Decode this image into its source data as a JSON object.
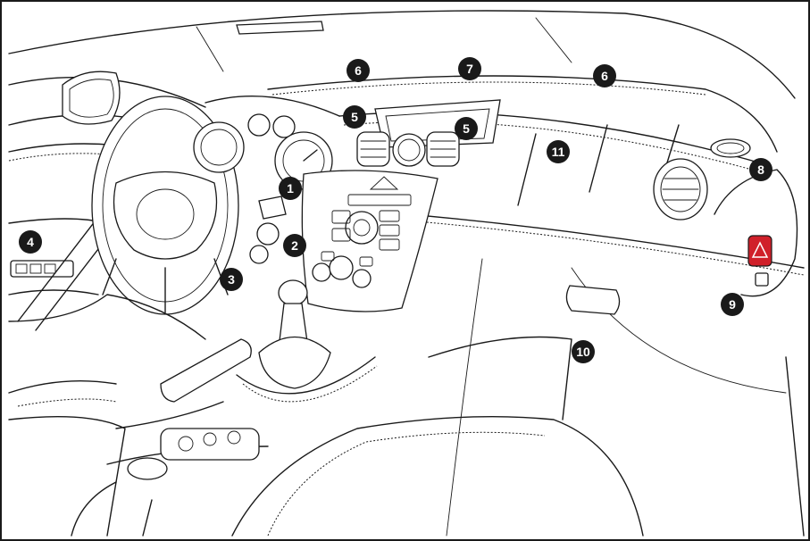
{
  "colors": {
    "ink": "#1a1a1a",
    "background": "#ffffff",
    "hazard_button": "#d0202a"
  },
  "callouts": [
    {
      "id": "c1",
      "label": "1"
    },
    {
      "id": "c2",
      "label": "2"
    },
    {
      "id": "c3",
      "label": "3"
    },
    {
      "id": "c4",
      "label": "4"
    },
    {
      "id": "c5a",
      "label": "5"
    },
    {
      "id": "c5b",
      "label": "5"
    },
    {
      "id": "c6a",
      "label": "6"
    },
    {
      "id": "c6b",
      "label": "6"
    },
    {
      "id": "c7",
      "label": "7"
    },
    {
      "id": "c8",
      "label": "8"
    },
    {
      "id": "c9",
      "label": "9"
    },
    {
      "id": "c10",
      "label": "10"
    },
    {
      "id": "c11",
      "label": "11"
    }
  ]
}
